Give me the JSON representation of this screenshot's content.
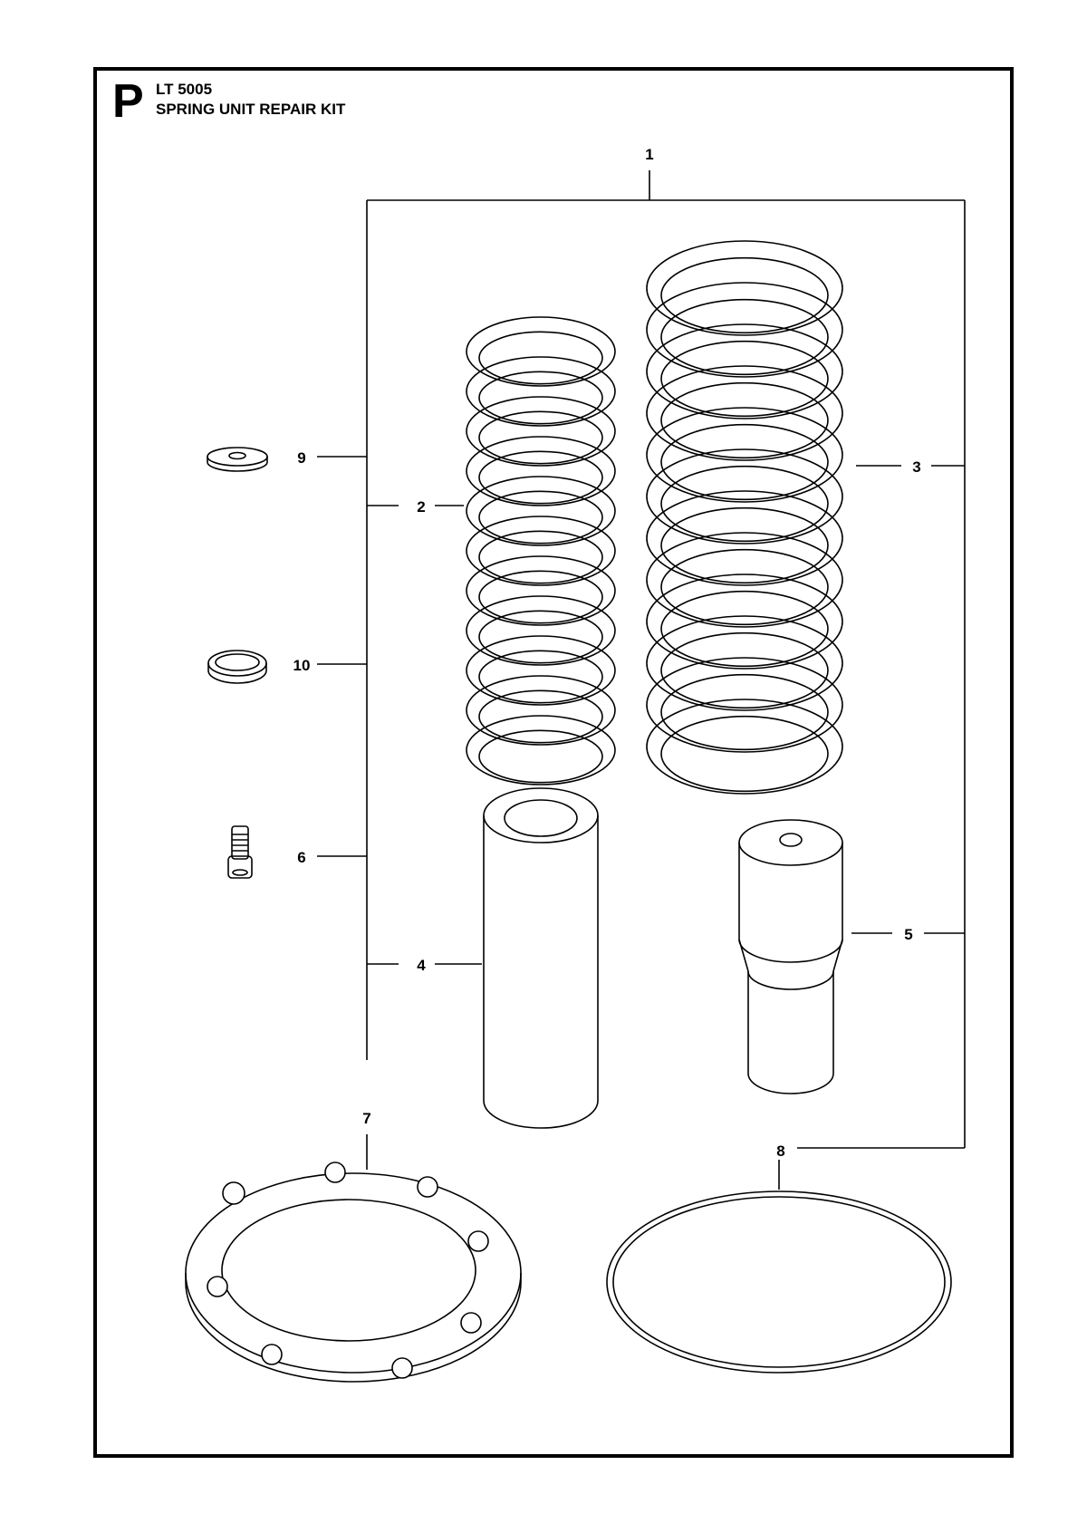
{
  "header": {
    "section": "P",
    "model": "LT 5005",
    "title": "SPRING UNIT REPAIR KIT"
  },
  "callouts": {
    "c1": "1",
    "c2": "2",
    "c3": "3",
    "c4": "4",
    "c5": "5",
    "c6": "6",
    "c7": "7",
    "c8": "8",
    "c9": "9",
    "c10": "10"
  },
  "parts": [
    {
      "ref": "1",
      "icon": "repair-kit-bracket-icon"
    },
    {
      "ref": "2",
      "icon": "small-coil-spring-icon"
    },
    {
      "ref": "3",
      "icon": "large-coil-spring-icon"
    },
    {
      "ref": "4",
      "icon": "sleeve-tube-icon"
    },
    {
      "ref": "5",
      "icon": "stepped-bushing-icon"
    },
    {
      "ref": "6",
      "icon": "socket-screw-icon"
    },
    {
      "ref": "7",
      "icon": "notched-ring-gasket-icon"
    },
    {
      "ref": "8",
      "icon": "o-ring-icon"
    },
    {
      "ref": "9",
      "icon": "flat-washer-icon"
    },
    {
      "ref": "10",
      "icon": "seal-ring-icon"
    }
  ]
}
